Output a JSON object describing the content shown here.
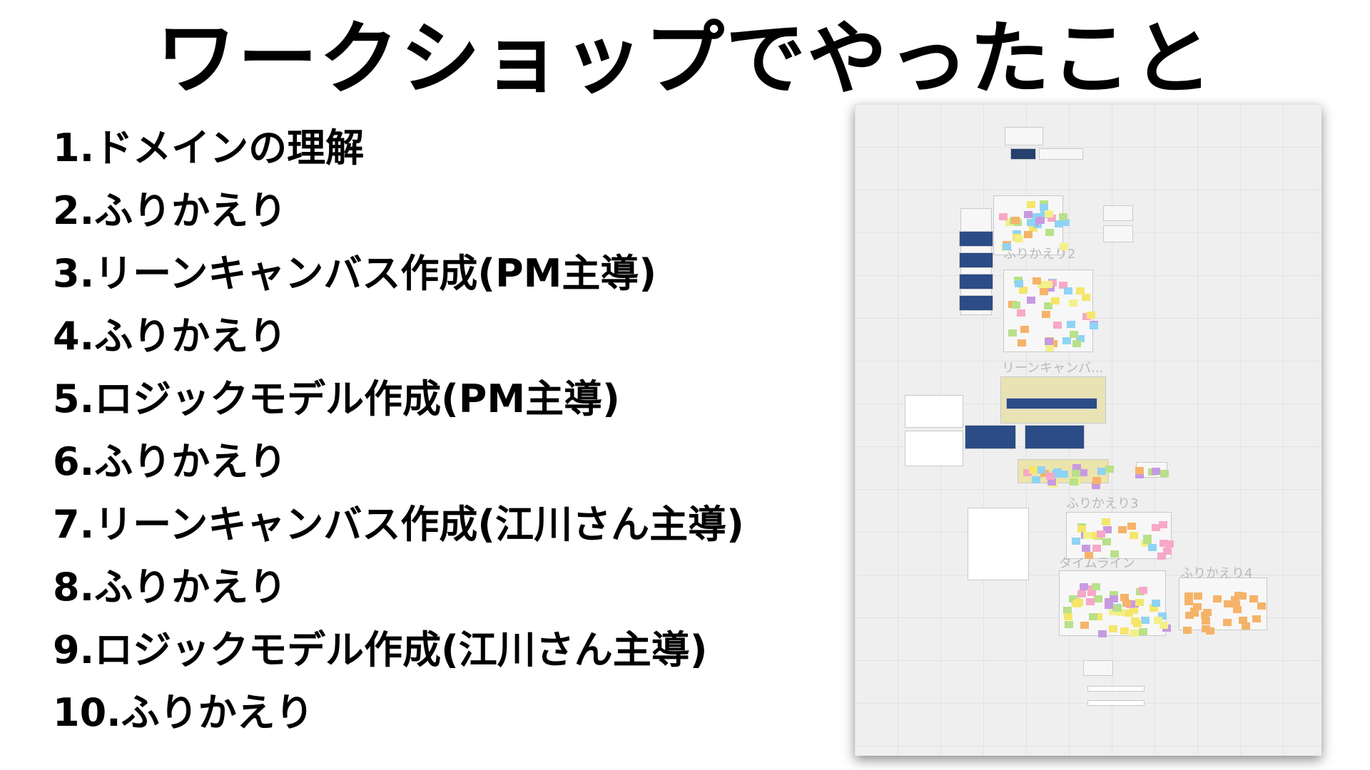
{
  "slide": {
    "title": "ワークショップでやったこと",
    "steps": [
      "1.ドメインの理解",
      "2.ふりかえり",
      "3.リーンキャンバス作成(PM主導)",
      "4.ふりかえり",
      "5.ロジックモデル作成(PM主導)",
      "6.ふりかえり",
      "7.リーンキャンバス作成(江川さん主導)",
      "8.ふりかえり",
      "9.ロジックモデル作成(江川さん主導)",
      "10.ふりかえり"
    ]
  },
  "board": {
    "labels": {
      "furikaeri2": "ふりかえり2",
      "lean_canvas": "リーンキャンバ...",
      "furikaeri3": "ふりかえり3",
      "timeline": "タイムライン",
      "furikaeri4": "ふりかえり4"
    },
    "note_colors": [
      "#f5e66a",
      "#8fd3f4",
      "#f7a8c8",
      "#b9e08a",
      "#f5b36a",
      "#c79ae0",
      "#f3f08a"
    ]
  }
}
